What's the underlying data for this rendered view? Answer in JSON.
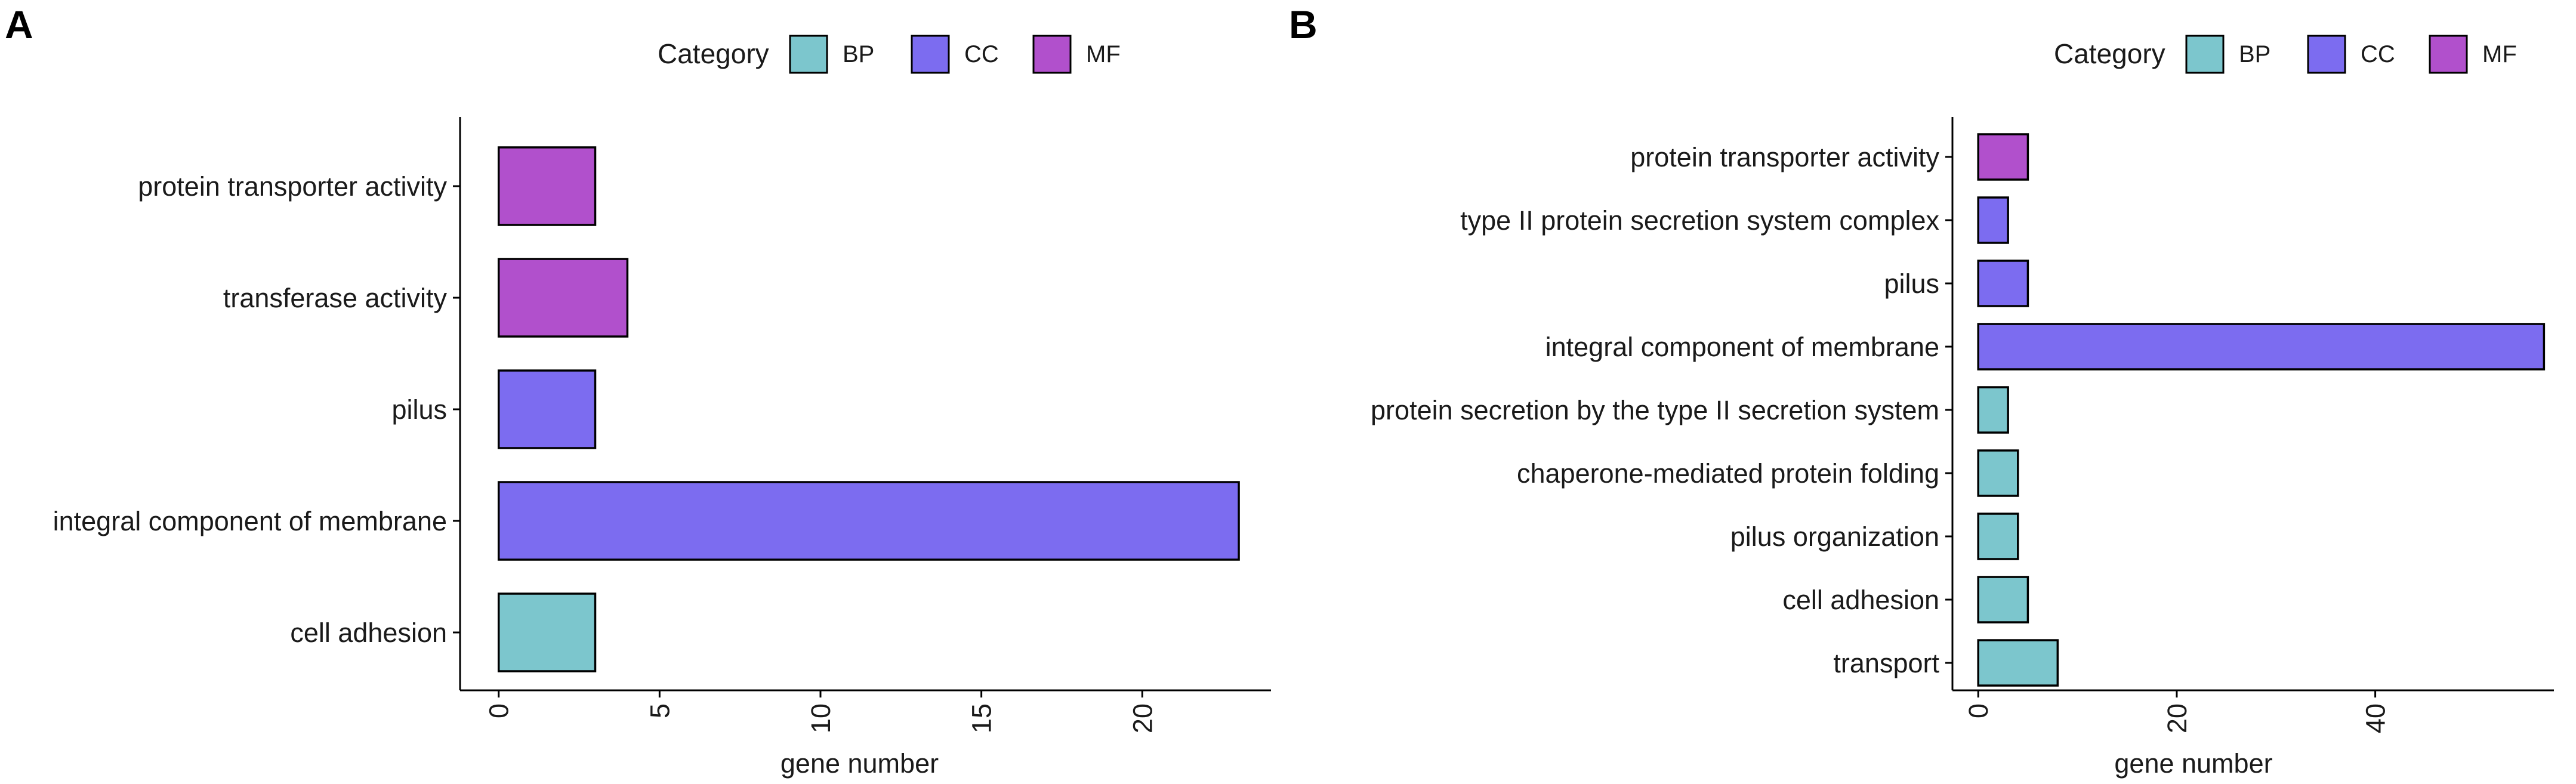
{
  "colors": {
    "BP": "#7cc6cd",
    "CC": "#7c6cf0",
    "MF": "#b150cc",
    "bar_outline": "#000000"
  },
  "legend": {
    "title": "Category",
    "entries": [
      "BP",
      "CC",
      "MF"
    ]
  },
  "chart_data": [
    {
      "panel": "A",
      "type": "bar",
      "orientation": "horizontal",
      "xlabel": "gene number",
      "ylabel": "",
      "xlim": [
        -1.2,
        24
      ],
      "xticks": [
        0,
        5,
        10,
        15,
        20
      ],
      "categories": [
        "protein transporter activity",
        "transferase activity",
        "pilus",
        "integral component of membrane",
        "cell adhesion"
      ],
      "values": [
        3,
        4,
        3,
        23,
        3
      ],
      "category_group": [
        "MF",
        "MF",
        "CC",
        "CC",
        "BP"
      ]
    },
    {
      "panel": "B",
      "type": "bar",
      "orientation": "horizontal",
      "xlabel": "gene number",
      "ylabel": "",
      "xlim": [
        -2.6,
        58
      ],
      "xticks": [
        0,
        20,
        40
      ],
      "categories": [
        "protein transporter activity",
        "type II protein secretion system complex",
        "pilus",
        "integral component of membrane",
        "protein secretion by the type II secretion system",
        "chaperone-mediated protein folding",
        "pilus organization",
        "cell adhesion",
        "transport"
      ],
      "values": [
        5,
        3,
        5,
        57,
        3,
        4,
        4,
        5,
        8
      ],
      "category_group": [
        "MF",
        "CC",
        "CC",
        "CC",
        "BP",
        "BP",
        "BP",
        "BP",
        "BP"
      ]
    }
  ]
}
